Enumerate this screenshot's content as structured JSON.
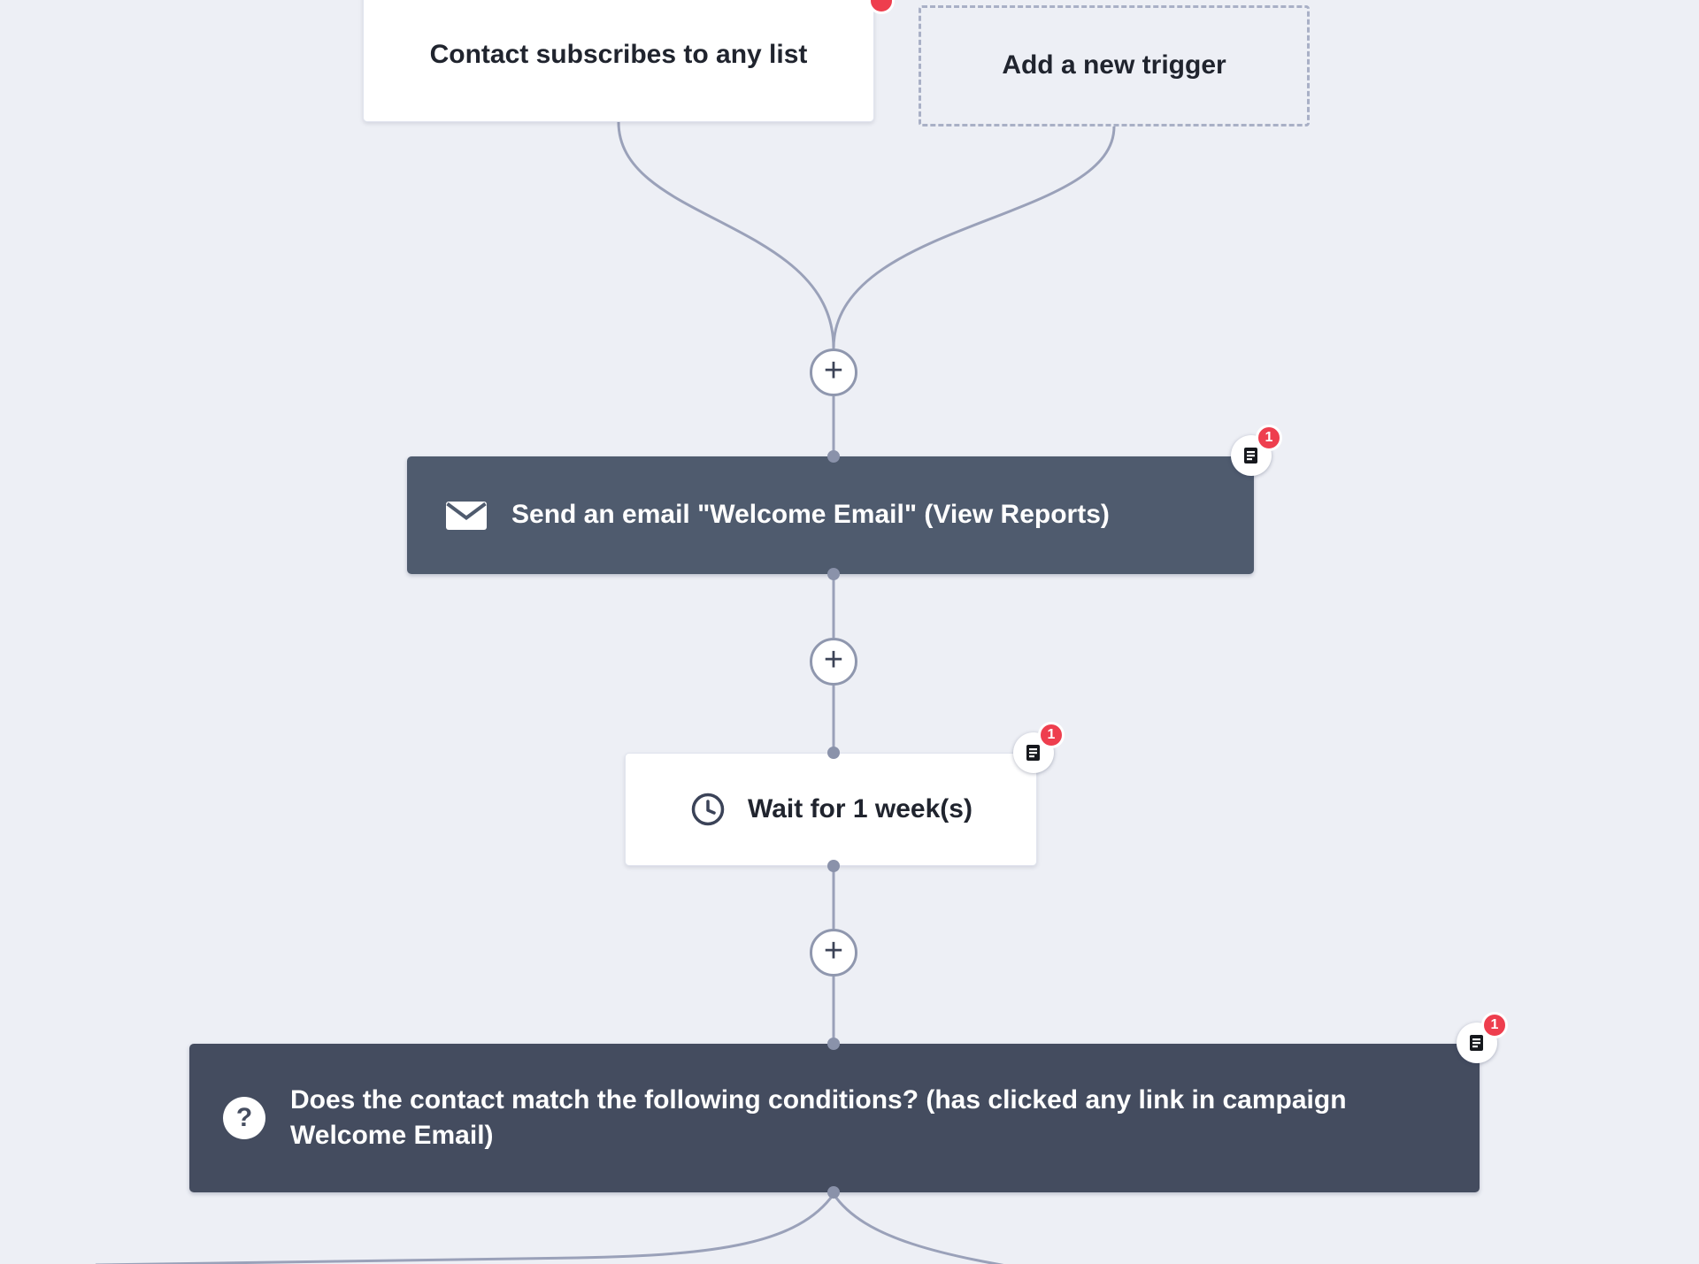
{
  "canvas": {
    "background": "#edeff5",
    "connector_color": "#9aa1b9",
    "accent_red": "#ee3e4e"
  },
  "triggers": {
    "trigger1": {
      "label": "Contact subscribes to any list"
    },
    "add_trigger": {
      "label": "Add a new trigger"
    }
  },
  "actions": {
    "send_email": {
      "label": "Send an email \"Welcome Email\" (View Reports)",
      "note_count": "1"
    },
    "wait": {
      "label": "Wait for 1 week(s)",
      "note_count": "1"
    },
    "condition": {
      "label": "Does the contact match the following conditions? (has clicked any link in campaign Welcome Email)",
      "note_count": "1"
    }
  },
  "controls": {
    "add_node_label": "+",
    "question_glyph": "?"
  }
}
